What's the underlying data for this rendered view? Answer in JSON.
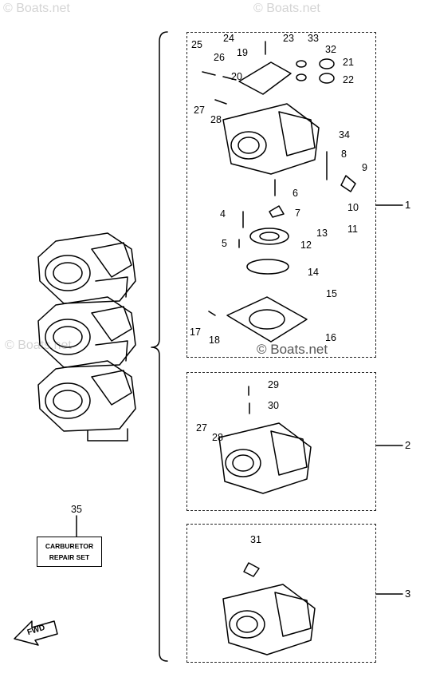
{
  "watermarks": [
    "© Boats.net",
    "© Boats.net",
    "© Boats.net",
    "© Boats.net"
  ],
  "groups": [
    {
      "ref": "1",
      "parts": [
        "25",
        "26",
        "24",
        "19",
        "23",
        "33",
        "32",
        "21",
        "20",
        "22",
        "27",
        "28",
        "34",
        "8",
        "9",
        "6",
        "10",
        "4",
        "7",
        "11",
        "13",
        "5",
        "12",
        "14",
        "15",
        "17",
        "18",
        "16"
      ]
    },
    {
      "ref": "2",
      "parts": [
        "29",
        "30",
        "27",
        "28"
      ]
    },
    {
      "ref": "3",
      "parts": [
        "31"
      ]
    }
  ],
  "repair_set": {
    "number": "35",
    "line1": "CARBURETOR",
    "line2": "REPAIR SET"
  },
  "arrow_label": "FWD"
}
